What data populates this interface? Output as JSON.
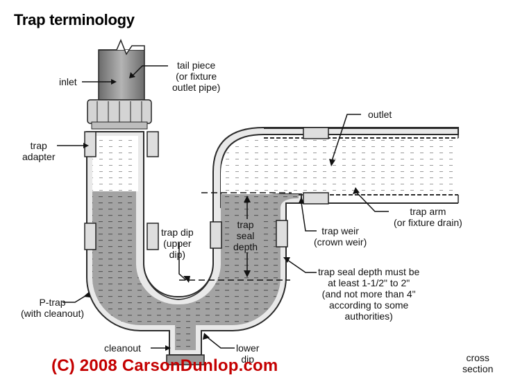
{
  "title": "Trap terminology",
  "labels": {
    "inlet": "inlet",
    "tail_piece": [
      "tail piece",
      "(or fixture",
      "outlet pipe)"
    ],
    "outlet": "outlet",
    "trap_adapter": [
      "trap",
      "adapter"
    ],
    "trap_arm": [
      "trap arm",
      "(or fixture drain)"
    ],
    "trap_dip": [
      "trap dip",
      "(upper",
      "dip)"
    ],
    "trap_seal_depth": [
      "trap",
      "seal",
      "depth"
    ],
    "trap_weir": [
      "trap weir",
      "(crown weir)"
    ],
    "trap_seal_note": [
      "trap seal depth must be",
      "at least 1-1/2\" to 2\"",
      "(and not more than 4\"",
      "according to some",
      "authorities)"
    ],
    "p_trap": [
      "P-trap",
      "(with cleanout)"
    ],
    "cleanout": "cleanout",
    "lower_dip": [
      "lower",
      "dip"
    ],
    "cross_section": [
      "cross",
      "section"
    ]
  },
  "copyright": "(C) 2008 CarsonDunlop.com",
  "colors": {
    "water": "#a3a3a3",
    "pipe_wall": "#555555",
    "tail_pipe": "#8e8e8e",
    "nut": "#d4d4d4",
    "adapter": "#dedede",
    "copyright": "#c40000"
  }
}
